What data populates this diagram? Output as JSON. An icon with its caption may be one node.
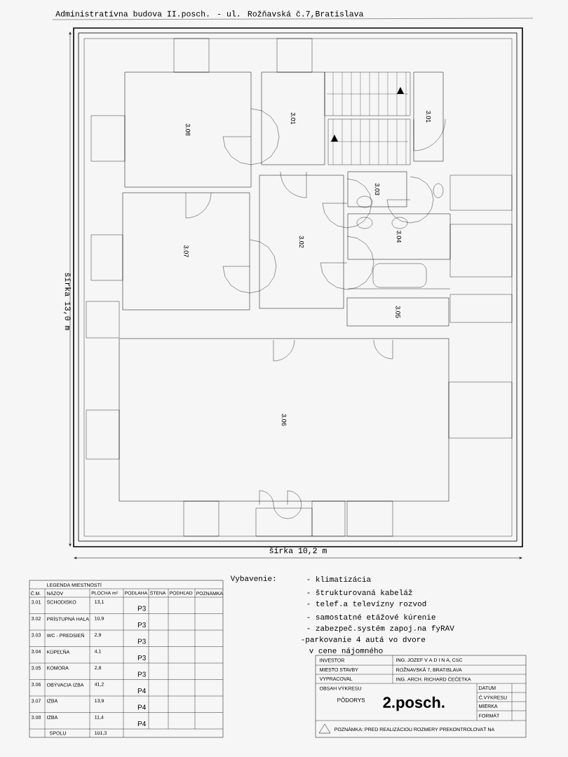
{
  "diagram": {
    "title": "Administratívna budova  II.posch. - ul. Rožňavská č.7,Bratislava",
    "nodes": [
      {
        "text": [
          "3.08"
        ]
      },
      {
        "text": [
          "3.01"
        ]
      },
      {
        "text": [
          "3.01"
        ]
      },
      {
        "text": [
          "3.03"
        ]
      },
      {
        "text": [
          "3.07"
        ]
      },
      {
        "text": [
          "3.02"
        ]
      },
      {
        "text": [
          "3.04"
        ]
      },
      {
        "text": [
          "3.05"
        ]
      },
      {
        "text": [
          "3.06"
        ]
      }
    ],
    "labels": [
      "šírka  13,0 m",
      "šírka  10,2 m",
      "LEGENDA MIESTNOSTÍ",
      "Č.M.",
      "NÁZOV",
      "PLOCHA m²",
      "PODLAHA",
      "STENA",
      "PODHĽAD",
      "POZNÁMKA",
      "3.01",
      "SCHODISKO",
      "13,1",
      "P3",
      "3.02",
      "PRÍSTUPNÁ HALA",
      "10,9",
      "P3",
      "3.03",
      "WC - PREDSIEŇ",
      "2,9",
      "P3",
      "3.04",
      "KÚPEĽŇA",
      "4,1",
      "P3",
      "3.05",
      "KOMORA",
      "2,8",
      "P3",
      "3.06",
      "OBÝVACIA IZBA",
      "41,2",
      "P4",
      "3.07",
      "IZBA",
      "13,9",
      "P4",
      "3.08",
      "IZBA",
      "11,4",
      "P4",
      "SPOLU",
      "101,3",
      "Vybavenie:",
      "- klimatizácia",
      "- štrukturovaná kabeláž",
      "- telef.a televízny rozvod",
      "- samostatné etážové kúrenie",
      "- zabezpeč.systém zapoj.na fyRAV",
      "-parkovanie   4 autá vo dvore",
      "v cene nájomného",
      "INVESTOR",
      "ING. JOZEF V A D I N A, CSC",
      "MIESTO STAVBY",
      "ROŽNAVSKÁ 7, BRATISLAVA",
      "VYPRACOVAL",
      "ING. ARCH.  RICHARD ČEČETKA",
      "OBSAH VÝKRESU",
      "DATUM",
      "Č.VÝKRESU",
      "MIERKA",
      "FORMÁT",
      "PÔDORYS",
      "2.posch.",
      "POZNÁMKA: PRED REALIZÁCIOU ROZMERY PREKONTROLOVAŤ NA"
    ]
  }
}
